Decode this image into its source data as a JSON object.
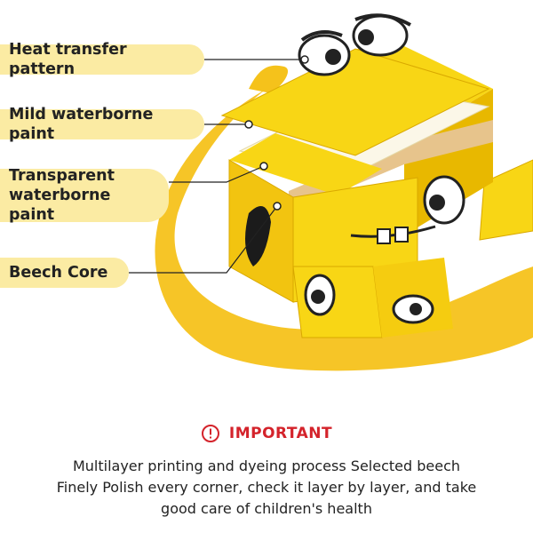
{
  "callouts": [
    {
      "label": "Heat transfer pattern"
    },
    {
      "label": "Mild waterborne paint"
    },
    {
      "label": "Transparent waterborne paint"
    },
    {
      "label": "Beech Core"
    }
  ],
  "important": {
    "label": "IMPORTANT",
    "icon": "exclamation-circle-icon",
    "color": "#d4232b"
  },
  "description": [
    "Multilayer printing and dyeing process Selected beech",
    "Finely Polish every corner, check it layer by layer, and take",
    "good care of children's health"
  ],
  "colors": {
    "callout_bg": "#fbeba3",
    "paint_yellow": "#f5c21b",
    "block_yellow": "#f8d615"
  }
}
